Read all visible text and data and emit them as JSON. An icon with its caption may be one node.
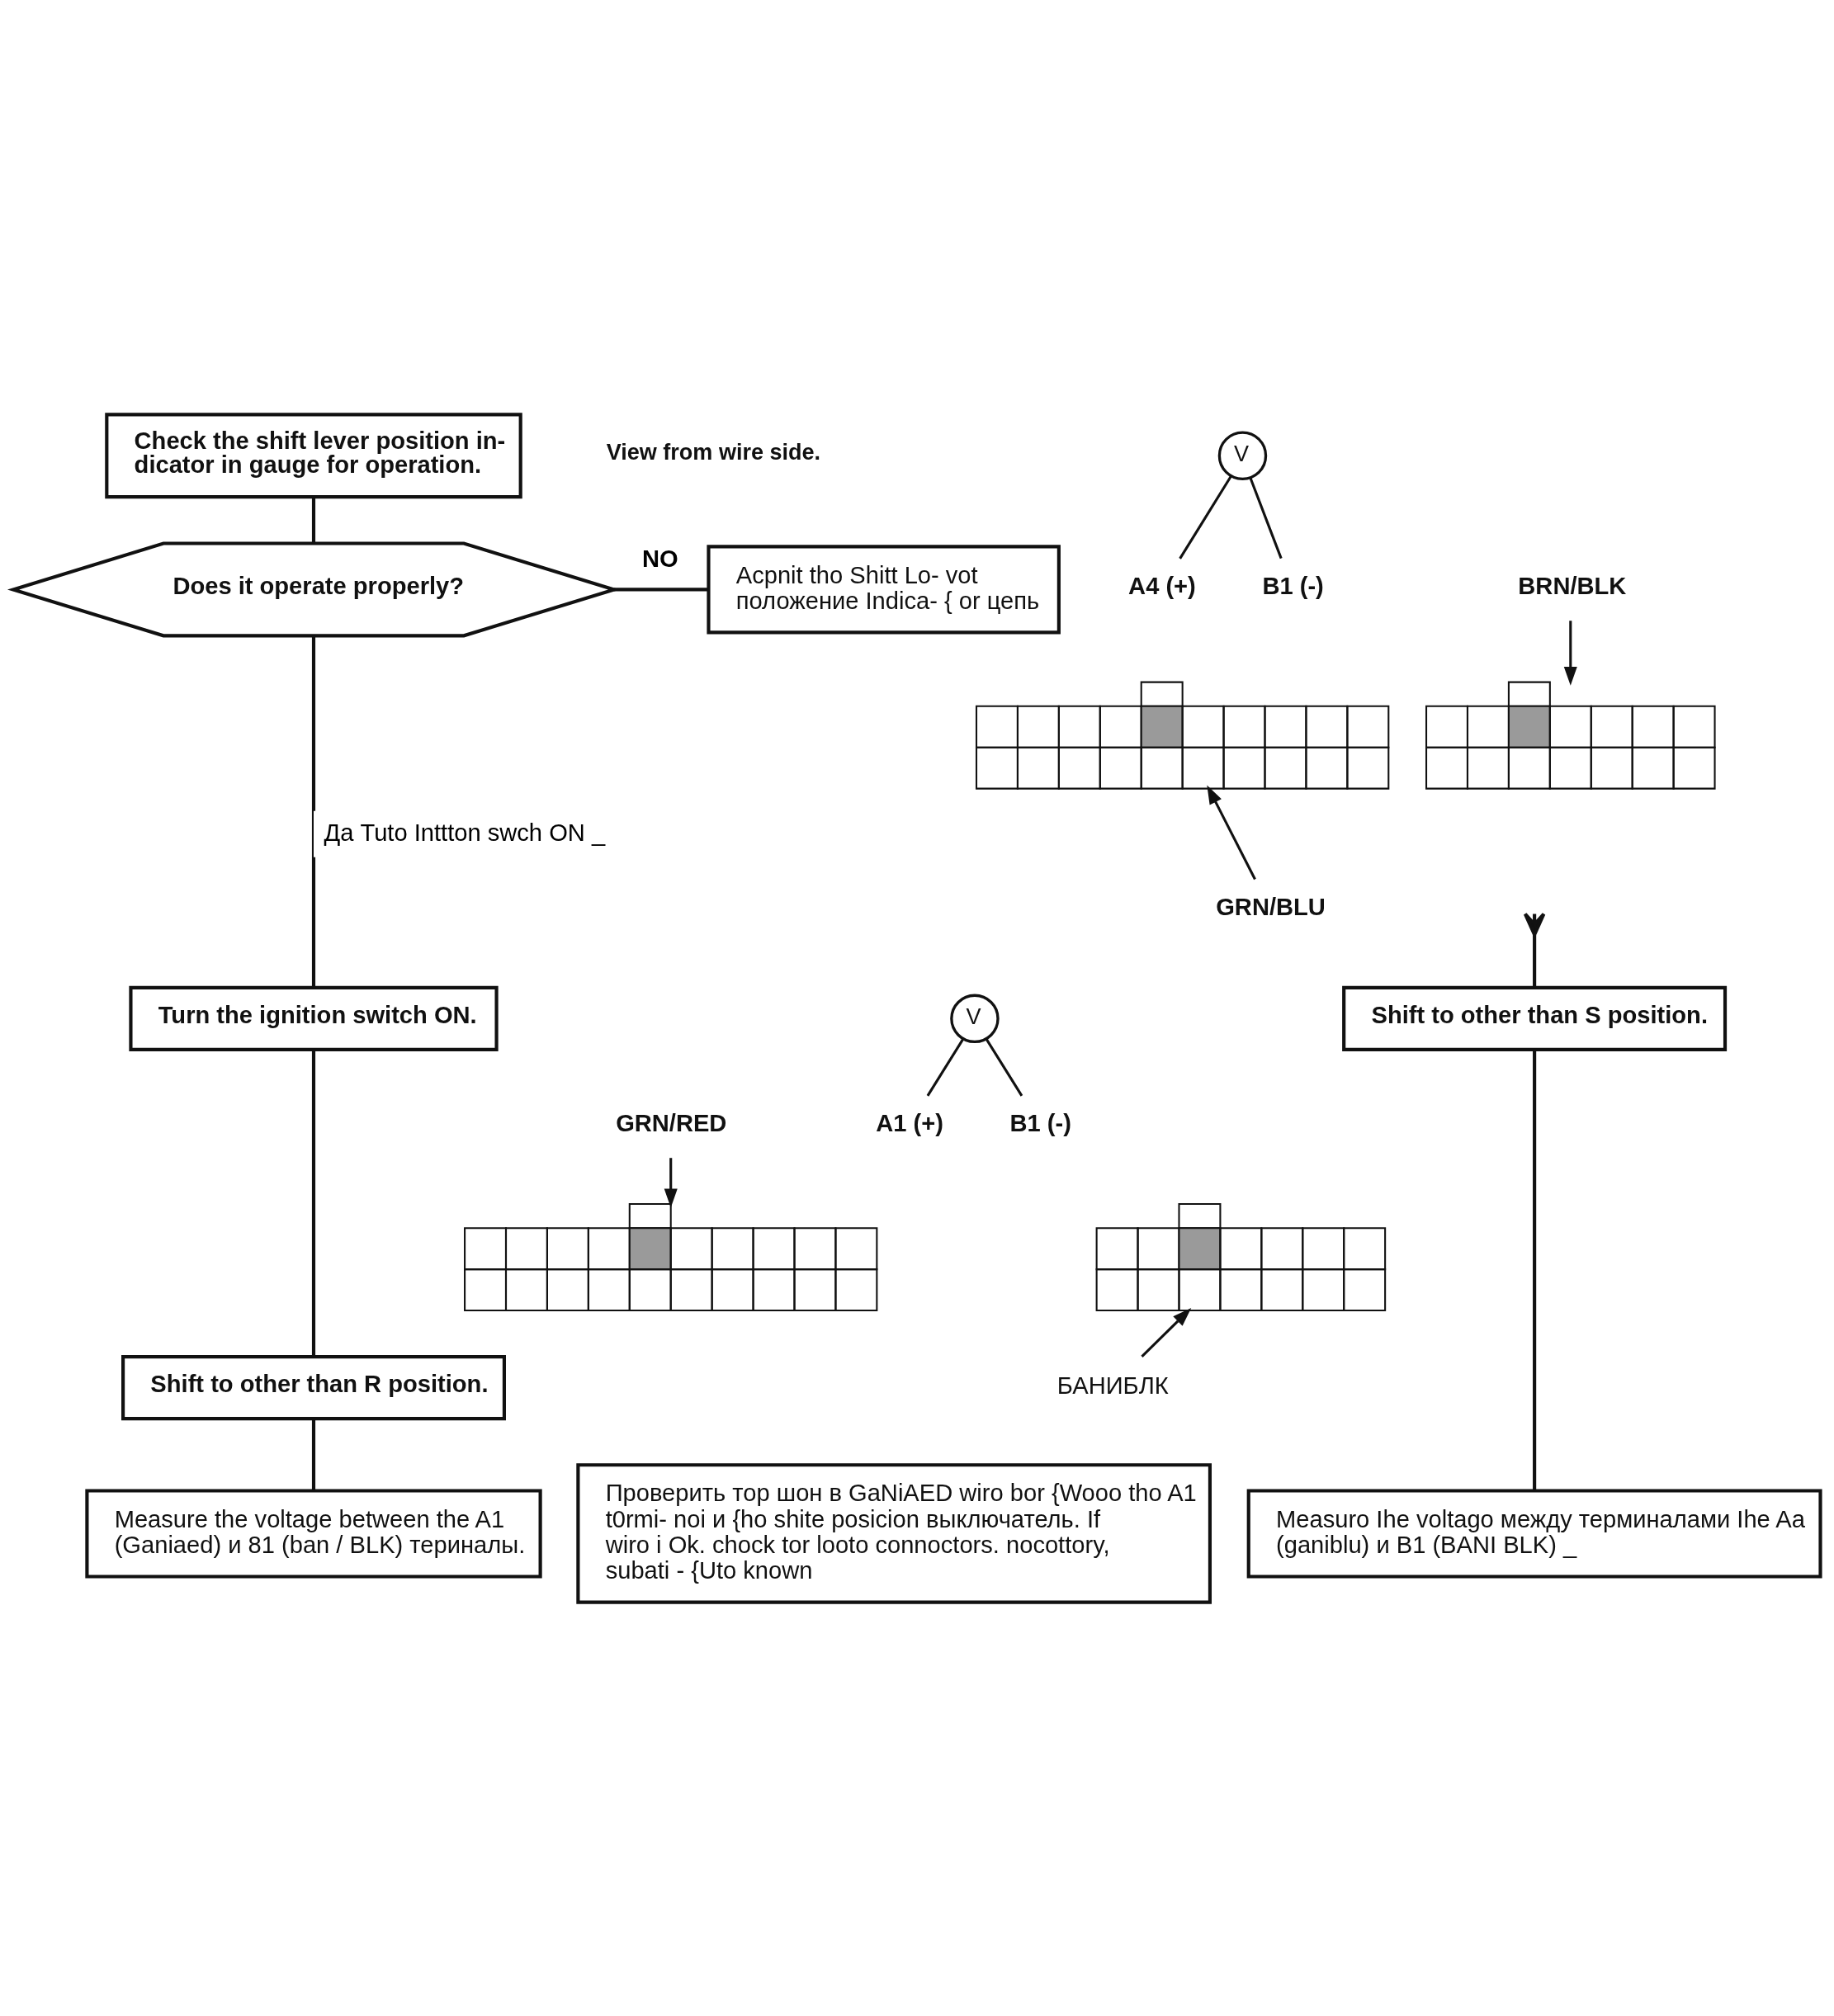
{
  "diagram": {
    "nodes": [
      {
        "text": [
          "Check the shift lever position in- dicator in gauge for operation."
        ]
      },
      {
        "text": [
          "Does it operate properly?"
        ]
      },
      {
        "text": [
          "Acpnit tho Shitt Lo- vot положение Indica- { or цепь"
        ]
      },
      {
        "text": [
          "Turn the ignition switch ON."
        ]
      },
      {
        "text": [
          "Shift to other than R position."
        ]
      },
      {
        "text": [
          "Measure the voltage between the A1 (Ganiaed) и 81 (ban / BLK) териналы."
        ]
      },
      {
        "text": [
          "V"
        ]
      },
      {
        "text": [
          "GRN/RED"
        ]
      },
      {
        "text": [
          "A1 (+)"
        ]
      },
      {
        "text": [
          "B1 (-)"
        ]
      },
      {
        "text": [],
        "shape": "picture"
      },
      {
        "text": [],
        "shape": "picture"
      },
      {
        "text": [
          "БАНИБЛК"
        ]
      },
      {
        "text": [
          "Проверить тор шон в GaNiAED wiro bor {Wooo tho A1 t0rmi- noi и {ho shite posicion выключатель. If wiro i Ok. chock tor looto connoctors. nocottory, subati - {Uto known"
        ]
      },
      {
        "text": [
          "V"
        ]
      },
      {
        "text": [
          "A4 (+)"
        ]
      },
      {
        "text": [
          "B1 (-)"
        ]
      },
      {
        "text": [
          "BRN/BLK"
        ]
      },
      {
        "text": [],
        "shape": "picture"
      },
      {
        "text": [],
        "shape": "picture"
      },
      {
        "text": [
          "GRN/BLU"
        ]
      },
      {
        "text": [
          "Shift to other than S position."
        ]
      },
      {
        "text": [
          "Measuro Ihe voltago между терминалами Ihe Aa (ganiblu) и B1 (BANI BLK) _"
        ]
      }
    ],
    "edges": [
      {
        "from": 0,
        "to": 1,
        "arrow": "none"
      },
      {
        "from": 1,
        "to": 2,
        "arrow": "none",
        "label": "NO"
      },
      {
        "from": 1,
        "to": 3,
        "arrow": "none",
        "label": "Да Tuto Inttton swch ON _"
      },
      {
        "from": 3,
        "to": 4,
        "arrow": "none"
      },
      {
        "from": 4,
        "to": 5,
        "arrow": "none"
      },
      {
        "from": 6,
        "to": 8,
        "arrow": "none"
      },
      {
        "from": 6,
        "to": 9,
        "arrow": "none"
      },
      {
        "from": 7,
        "to": 10,
        "arrow": "to"
      },
      {
        "from": 12,
        "to": 11,
        "arrow": "to"
      },
      {
        "from": 14,
        "to": 15,
        "arrow": "none"
      },
      {
        "from": 14,
        "to": 16,
        "arrow": "none"
      },
      {
        "from": 17,
        "to": 19,
        "arrow": "to"
      },
      {
        "from": 20,
        "to": 18,
        "arrow": "to"
      },
      {
        "from": null,
        "to": 21,
        "arrow": "other"
      },
      {
        "from": 21,
        "to": 22,
        "arrow": "none"
      }
    ],
    "labels": [
      "View from wire side."
    ]
  }
}
